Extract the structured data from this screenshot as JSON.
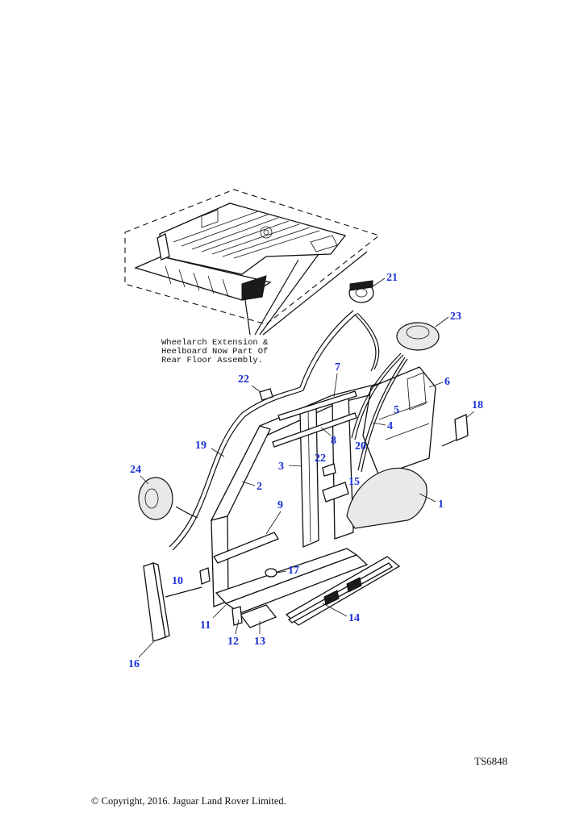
{
  "note": {
    "line1": "Wheelarch Extension &",
    "line2": "Heelboard Now Part Of",
    "line3": "Rear Floor Assembly."
  },
  "callouts": [
    "1",
    "2",
    "3",
    "4",
    "5",
    "6",
    "7",
    "8",
    "9",
    "10",
    "11",
    "12",
    "13",
    "14",
    "15",
    "16",
    "17",
    "18",
    "19",
    "20",
    "21",
    "22",
    "22",
    "23",
    "24"
  ],
  "reference": "TS6848",
  "copyright": "© Copyright, 2016. Jaguar Land Rover Limited.",
  "colors": {
    "callout": "#1a2fd6",
    "line": "#111111"
  }
}
